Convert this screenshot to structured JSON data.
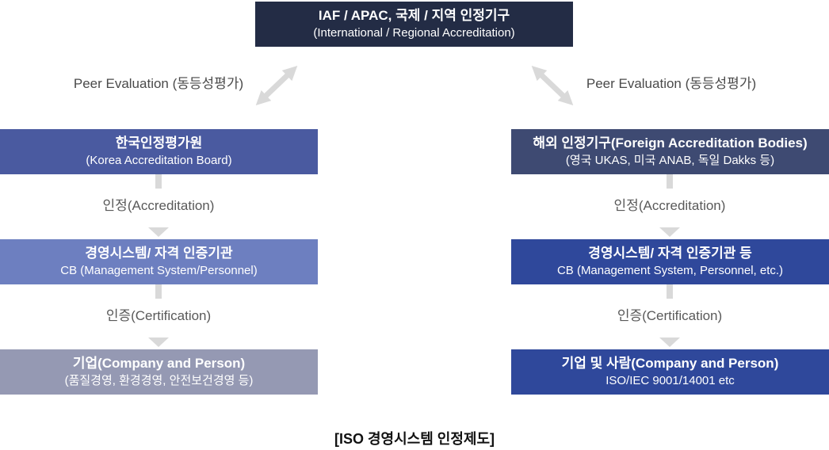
{
  "colors": {
    "top_box": "#232c45",
    "left_box1": "#4a5aa0",
    "left_box2": "#6d7fc0",
    "left_box3": "#9599b3",
    "right_box1": "#3e4a72",
    "right_box2": "#2f489b",
    "right_box3": "#2f489b",
    "connector": "#d9d9d9",
    "connector_label_text": "#595959"
  },
  "top_box": {
    "line1": "IAF / APAC, 국제 / 지역 인정기구",
    "line2": "(International / Regional Accreditation)"
  },
  "peer_evaluation": {
    "left_label": "Peer Evaluation (동등성평가)",
    "right_label": "Peer Evaluation (동등성평가)"
  },
  "left_column": {
    "box1": {
      "line1": "한국인정평가원",
      "line2": "(Korea Accreditation Board)"
    },
    "connector1_label": "인정(Accreditation)",
    "box2": {
      "line1": "경영시스템/ 자격 인증기관",
      "line2": "CB (Management System/Personnel)"
    },
    "connector2_label": "인증(Certification)",
    "box3": {
      "line1": "기업(Company and Person)",
      "line2": "(품질경영, 환경경영, 안전보건경영 등)"
    }
  },
  "right_column": {
    "box1": {
      "line1": "해외 인정기구(Foreign Accreditation Bodies)",
      "line2": "(영국 UKAS, 미국 ANAB, 독일 Dakks 등)"
    },
    "connector1_label": "인정(Accreditation)",
    "box2": {
      "line1": "경영시스템/ 자격 인증기관 등",
      "line2": "CB (Management System, Personnel, etc.)"
    },
    "connector2_label": "인증(Certification)",
    "box3": {
      "line1": "기업 및 사람(Company and Person)",
      "line2": "ISO/IEC 9001/14001 etc"
    }
  },
  "caption": "[ISO 경영시스템 인정제도]"
}
